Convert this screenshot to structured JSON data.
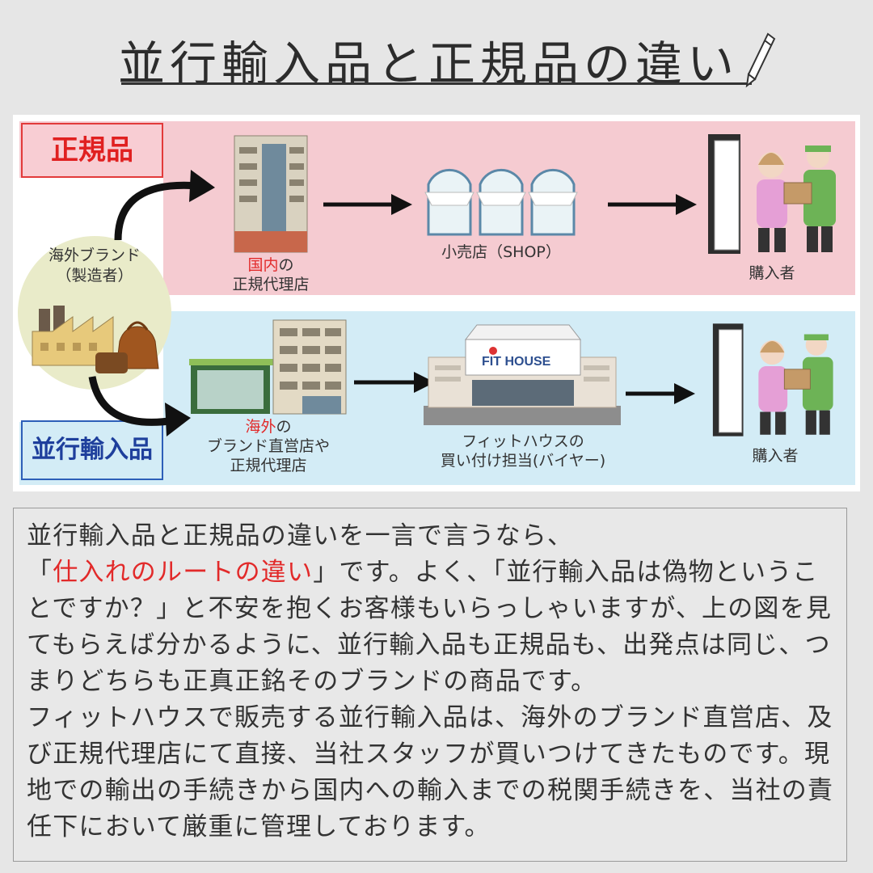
{
  "title": "並行輸入品と正規品の違い",
  "colors": {
    "pink_band": "#f5cbd1",
    "blue_band": "#d3ecf6",
    "red_accent": "#e22a2a",
    "blue_accent": "#1e3f9c"
  },
  "diagram": {
    "seiki_label": "正規品",
    "heiko_label": "並行輸入品",
    "maker": {
      "line1": "海外ブランド",
      "line2": "（製造者）"
    },
    "seiki_row": {
      "agent": {
        "highlight": "国内",
        "suffix": "の",
        "line2": "正規代理店"
      },
      "shop": "小売店（SHOP）",
      "buyer": "購入者"
    },
    "heiko_row": {
      "store": {
        "highlight": "海外",
        "suffix": "の",
        "line2": "ブランド直営店や",
        "line3": "正規代理店"
      },
      "fithouse": {
        "line1": "フィットハウスの",
        "line2": "買い付け担当(バイヤー)"
      },
      "store_sign": "FIT HOUSE",
      "buyer": "購入者"
    }
  },
  "body": {
    "p1": "並行輸入品と正規品の違いを一言で言うなら、",
    "p2_open": "「",
    "p2_highlight": "仕入れのルートの違い",
    "p2_rest": "」です。よく、「並行輸入品は偽物ということですか？」と不安を抱くお客様もいらっしゃいますが、上の図を見てもらえば分かるように、並行輸入品も正規品も、出発点は同じ、つまりどちらも正真正銘そのブランドの商品です。",
    "p3": "フィットハウスで販売する並行輸入品は、海外のブランド直営店、及び正規代理店にて直接、当社スタッフが買いつけてきたものです。現地での輸出の手続きから国内への輸入までの税関手続きを、当社の責任下において厳重に管理しております。"
  }
}
